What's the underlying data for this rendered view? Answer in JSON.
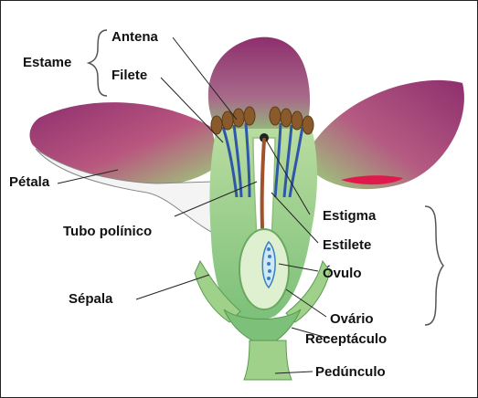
{
  "diagram": {
    "labels": {
      "estame": "Estame",
      "antena": "Antena",
      "filete": "Filete",
      "petala": "Pétala",
      "tubo_polinico": "Tubo polínico",
      "sepala": "Sépala",
      "estigma": "Estigma",
      "estilete": "Estilete",
      "ovulo": "Óvulo",
      "ovario": "Ovário",
      "receptaculo": "Receptáculo",
      "pedunculo": "Pedúnculo"
    },
    "colors": {
      "petal_top": "#8e2f6e",
      "petal_mid": "#b9577f",
      "petal_green": "#9bcf7b",
      "receptacle_green": "#7cc07a",
      "anther": "#8b5a2b",
      "filament_blue": "#2f57a8",
      "pollen_tube": "#a0522d"
    }
  }
}
